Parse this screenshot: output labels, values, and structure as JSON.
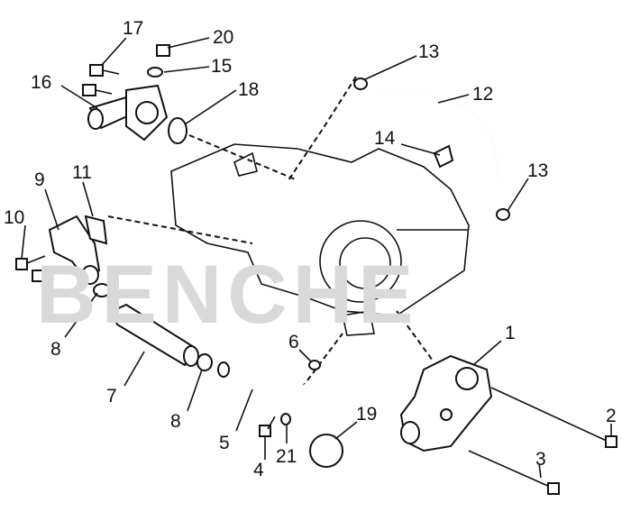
{
  "diagram": {
    "watermark": "BENCHE",
    "callouts": [
      {
        "id": "c17",
        "text": "17"
      },
      {
        "id": "c20",
        "text": "20"
      },
      {
        "id": "c15",
        "text": "15"
      },
      {
        "id": "c16",
        "text": "16"
      },
      {
        "id": "c18",
        "text": "18"
      },
      {
        "id": "c13a",
        "text": "13"
      },
      {
        "id": "c12",
        "text": "12"
      },
      {
        "id": "c14",
        "text": "14"
      },
      {
        "id": "c13b",
        "text": "13"
      },
      {
        "id": "c9",
        "text": "9"
      },
      {
        "id": "c11",
        "text": "11"
      },
      {
        "id": "c10",
        "text": "10"
      },
      {
        "id": "c8a",
        "text": "8"
      },
      {
        "id": "c6",
        "text": "6"
      },
      {
        "id": "c1",
        "text": "1"
      },
      {
        "id": "c7",
        "text": "7"
      },
      {
        "id": "c8b",
        "text": "8"
      },
      {
        "id": "c5",
        "text": "5"
      },
      {
        "id": "c19",
        "text": "19"
      },
      {
        "id": "c2",
        "text": "2"
      },
      {
        "id": "c4",
        "text": "4"
      },
      {
        "id": "c21",
        "text": "21"
      },
      {
        "id": "c3",
        "text": "3"
      }
    ]
  }
}
